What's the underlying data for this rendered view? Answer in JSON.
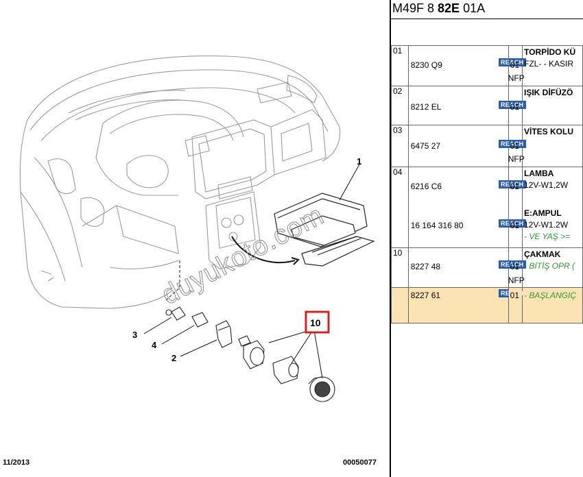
{
  "header": {
    "code_prefix": "M49F 8 ",
    "code_bold": "82E",
    "code_suffix": " 01A"
  },
  "footer": {
    "date": "11/2013",
    "number": "00050077"
  },
  "diagram": {
    "callouts": [
      "1",
      "3",
      "4",
      "2",
      "10"
    ],
    "watermark": "duyukoto.com"
  },
  "table": {
    "rows": [
      {
        "no": "01",
        "ref": "8230 Q9",
        "badge": "REACH",
        "qty": "01",
        "nfp": "NFP",
        "desc_title": "TORPİDO KÜ",
        "desc_sub": "FZL- - KASIR",
        "sub_green": false
      },
      {
        "no": "02",
        "ref": "8212 EL",
        "badge": "REACH",
        "qty": "01",
        "nfp": "",
        "desc_title": "IŞIK DİFÜZÖ",
        "desc_sub": "",
        "sub_green": false
      },
      {
        "no": "03",
        "ref": "6475 27",
        "badge": "REACH",
        "qty": "01",
        "nfp": "NFP",
        "desc_title": "VİTES KOLU",
        "desc_sub": "",
        "sub_green": false
      },
      {
        "no": "04",
        "ref": "6216 C6",
        "badge": "REACH",
        "qty": "01",
        "nfp": "",
        "desc_title": "LAMBA",
        "desc_sub": "12V-W1,2W",
        "ref2": "16 164 316 80",
        "badge2": "REACH",
        "qty2": "01",
        "desc_title2": "E:AMPUL",
        "desc_sub2": "12V-W1.2W",
        "desc_note2": "- VE YAŞ >="
      },
      {
        "no": "10",
        "ref": "8227 48",
        "badge": "REACH",
        "qty": "01",
        "nfp": "NFP",
        "desc_title": "ÇAKMAK",
        "desc_sub": "- BİTİŞ OPR (",
        "sub_green": true
      },
      {
        "no": "",
        "ref": "8227 61",
        "badge": "REACH",
        "qty": "01",
        "nfp": "",
        "desc_title": "",
        "desc_sub": "- BAŞLANGIÇ",
        "sub_green": true,
        "highlight": true
      }
    ]
  }
}
